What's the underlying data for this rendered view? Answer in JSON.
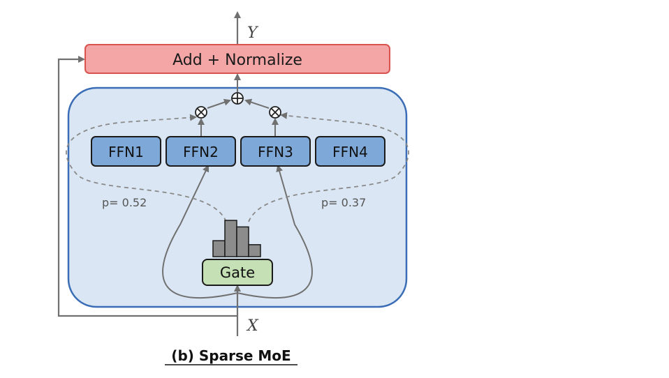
{
  "output_label": "Y",
  "input_label": "X",
  "add_norm_label": "Add + Normalize",
  "experts": [
    "FFN1",
    "FFN2",
    "FFN3",
    "FFN4"
  ],
  "gate_label": "Gate",
  "prob_left": "p= 0.52",
  "prob_right": "p= 0.37",
  "caption": "(b) Sparse MoE",
  "histogram_levels": [
    0.44,
    1.0,
    0.82,
    0.33
  ],
  "colors": {
    "add_norm_fill": "#f4a6a6",
    "add_norm_stroke": "#d9534f",
    "moe_panel_fill": "#dae6f3",
    "moe_panel_stroke": "#3a6db5",
    "expert_fill": "#7ea8d8",
    "gate_fill": "#c5e0b4",
    "histogram_fill": "#8c8c8c",
    "arrow": "#707070"
  }
}
